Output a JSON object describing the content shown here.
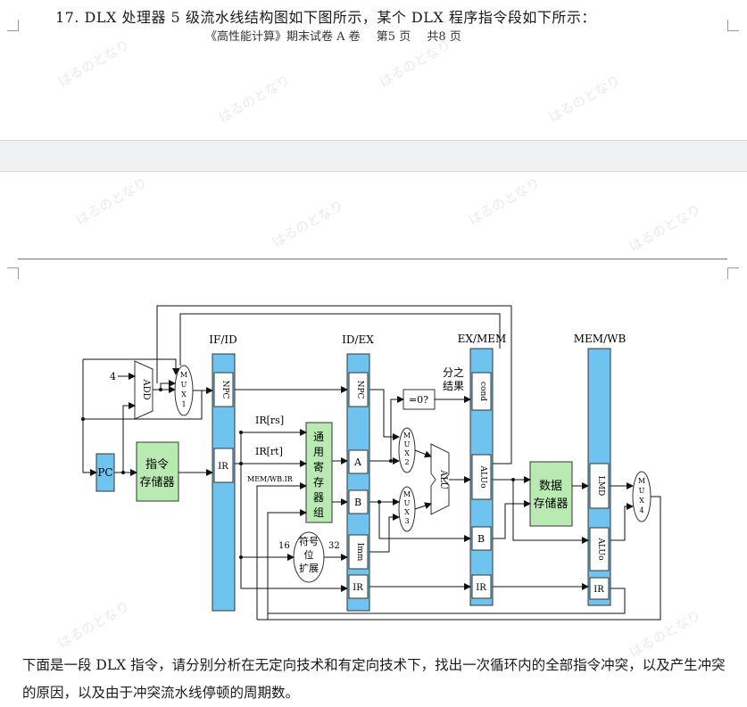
{
  "question": {
    "text": "17. DLX 处理器 5 级流水线结构图如下图所示，某个 DLX 程序指令段如下所示："
  },
  "footer": {
    "exam_title": "《高性能计算》期末试卷 A 卷",
    "page": "第5 页",
    "total": "共8 页"
  },
  "diagram": {
    "stage_labels": [
      "IF/ID",
      "ID/EX",
      "EX/MEM",
      "MEM/WB"
    ],
    "const_four": "4",
    "add_label": "ADD",
    "mux1": [
      "M",
      "U",
      "X",
      "1"
    ],
    "mux2": [
      "M",
      "U",
      "X",
      "2"
    ],
    "mux3": [
      "M",
      "U",
      "X",
      "3"
    ],
    "mux4": [
      "M",
      "U",
      "X",
      "4"
    ],
    "pc": "PC",
    "imem": [
      "指令",
      "存储器"
    ],
    "npc": "NPC",
    "ir": "IR",
    "ir_rs": "IR[rs]",
    "ir_rt": "IR[rt]",
    "mem_wb_ir": "MEM/WB.IR",
    "regfile": [
      "通",
      "用",
      "寄",
      "存",
      "器",
      "组"
    ],
    "a": "A",
    "b": "B",
    "imm": "Imm",
    "sign_ext": [
      "符号",
      "位",
      "扩展"
    ],
    "bits_16": "16",
    "bits_32": "32",
    "zero_test": "=0?",
    "branch_result": [
      "分之",
      "结果"
    ],
    "alu": "ALU",
    "cond": "cond",
    "aluo": "ALUo",
    "dmem": [
      "数据",
      "存储器"
    ],
    "lmd": "LMD"
  },
  "body_text": "下面是一段 DLX 指令，请分别分析在无定向技术和有定向技术下，找出一次循环内的全部指令冲突，以及产生冲突的原因，以及由于冲突流水线停顿的周期数。",
  "watermark_text": "はるのとなり"
}
